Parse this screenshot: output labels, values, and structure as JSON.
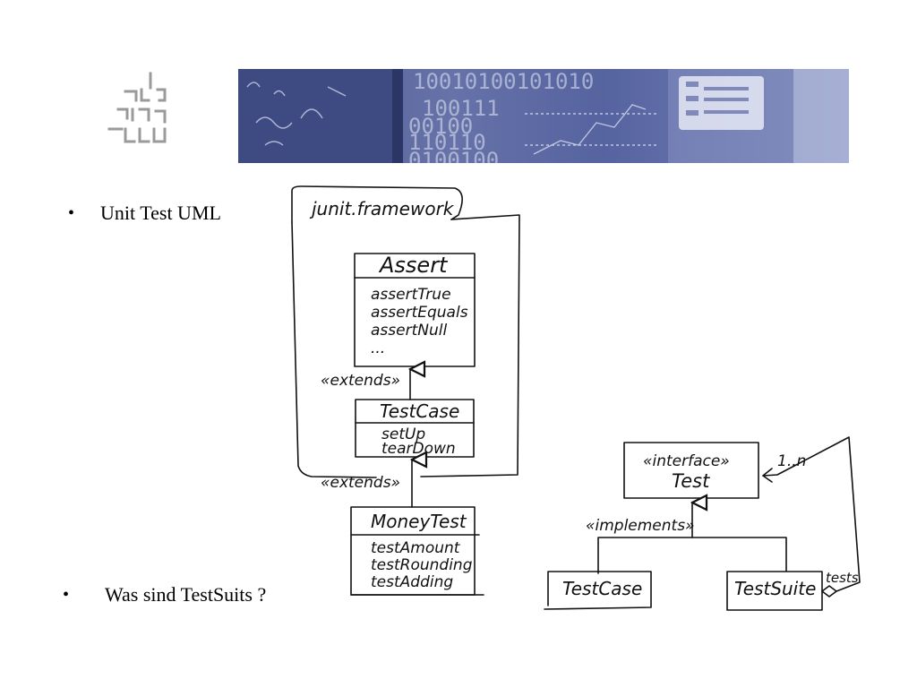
{
  "slide": {
    "bullets": [
      "Unit Test UML",
      "Was sind TestSuits ?"
    ],
    "bullet_symbol": "•"
  },
  "banner": {
    "icon": "math-computer-banner-image",
    "numbers": [
      "10010100101010",
      "100111",
      "00100",
      "110110",
      "0100100"
    ]
  },
  "uml_left": {
    "package": "junit.framework",
    "assert_class": {
      "name": "Assert",
      "methods": [
        "assertTrue",
        "assertEquals",
        "assertNull",
        "..."
      ]
    },
    "extends_1": "«extends»",
    "testcase_class": {
      "name": "TestCase",
      "methods": [
        "setUp",
        "tearDown"
      ]
    },
    "extends_2": "«extends»",
    "moneytest_class": {
      "name": "MoneyTest",
      "methods": [
        "testAmount",
        "testRounding",
        "testAdding"
      ]
    }
  },
  "uml_right": {
    "interface_stereotype": "«interface»",
    "interface_name": "Test",
    "multiplicity": "1..n",
    "implements_label": "«implements»",
    "testcase": "TestCase",
    "testsuite": "TestSuite",
    "tests_label": "tests"
  }
}
